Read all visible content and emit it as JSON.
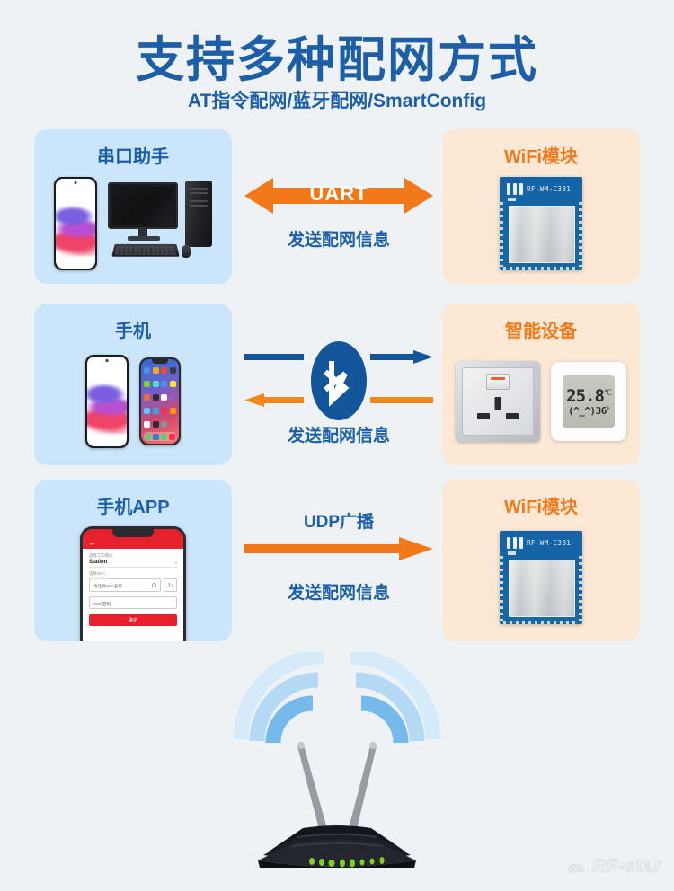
{
  "header": {
    "title": "支持多种配网方式",
    "subtitle": "AT指令配网/蓝牙配网/SmartConfig"
  },
  "colors": {
    "background": "#eef2f4",
    "blue_panel": "#cbe6fa",
    "peach_panel": "#fce8d5",
    "brand_blue": "#1c5fa8",
    "brand_orange": "#f2791a",
    "app_red": "#e8202e"
  },
  "rows": [
    {
      "id": "row-uart",
      "left_panel": {
        "title": "串口助手",
        "devices": [
          "android-phone",
          "desktop-computer"
        ]
      },
      "connector": {
        "type": "double-arrow",
        "label": "UART",
        "sublabel": "发送配网信息",
        "color": "#f2791a"
      },
      "right_panel": {
        "title": "WiFi模块",
        "module_silkscreen": "RF-WM-C3B1"
      }
    },
    {
      "id": "row-bluetooth",
      "left_panel": {
        "title": "手机",
        "devices": [
          "android-phone",
          "iphone"
        ]
      },
      "connector": {
        "type": "bluetooth",
        "icon": "bluetooth-icon",
        "sublabel": "发送配网信息",
        "top_arrow_direction": "right",
        "top_arrow_color": "#12559b",
        "bottom_arrow_direction": "left",
        "bottom_arrow_color": "#f2871a"
      },
      "right_panel": {
        "title": "智能设备",
        "devices": [
          "smart-socket",
          "thermo-hygrometer"
        ],
        "thermo": {
          "temperature": "25.8",
          "temperature_unit": "℃",
          "face": "(^_^)",
          "humidity": "36",
          "humidity_unit": "%"
        }
      }
    },
    {
      "id": "row-udp",
      "left_panel": {
        "title": "手机APP",
        "app": {
          "back_icon": "back-arrow-icon",
          "mode_label": "选择工作模式",
          "mode_value": "Station",
          "section_label": "选择WiFi",
          "ssid_float_label": "WiFi名",
          "ssid_value": "请选择WiFi名称",
          "refresh_icon": "refresh-icon",
          "password_placeholder": "WiFi密码",
          "eye_icon": "eye-icon",
          "submit_label": "确定"
        }
      },
      "connector": {
        "type": "single-arrow",
        "label": "UDP广播",
        "sublabel": "发送配网信息",
        "color": "#f2791a",
        "direction": "right"
      },
      "right_panel": {
        "title": "WiFi模块",
        "module_silkscreen": "RF-WM-C3B1"
      }
    }
  ],
  "router": {
    "name": "wifi-router",
    "signal_arcs": 3,
    "led_count": 8
  },
  "watermark": {
    "text": "RF-star",
    "icon": "swirl-icon"
  }
}
